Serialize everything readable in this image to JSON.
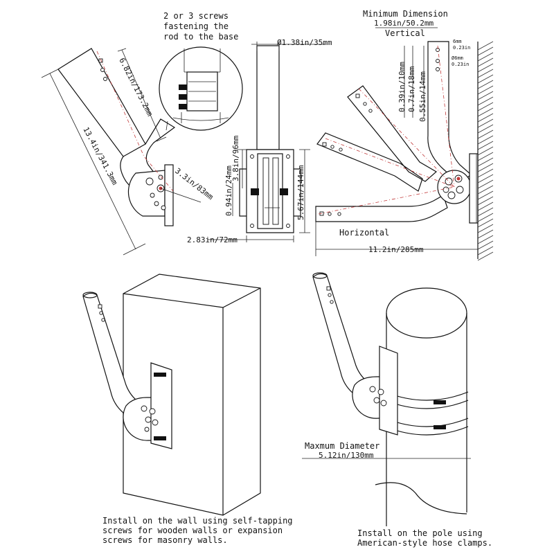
{
  "screws_note": [
    "2 or 3 screws",
    "fastening the",
    "rod to the base"
  ],
  "dim_length_total": "13.4in/341.3mm",
  "dim_length_arm": "6.82in/173.2mm",
  "dim_base_offset": "3.3in/83mm",
  "dim_pipe_diameter": "Ø1.38in/35mm",
  "dim_plate_height": "3.8in/96mm",
  "dim_plate_total": "5.67in/144mm",
  "dim_slot_height": "0.94in/24mm",
  "dim_plate_width": "2.83in/72mm",
  "min_dimension_title": "Minimum Dimension",
  "min_dimension_value": "1.98in/50.2mm",
  "label_vertical": "Vertical",
  "dim_hole_6mm": "6mm",
  "dim_hole_6mm_in": "0.23in",
  "dim_hole_phi6mm": "Ø6mm",
  "dim_hole_phi6mm_in": "0.23in",
  "dim_v1": "0.39in/10mm",
  "dim_v2": "0.7in/18mm",
  "dim_v3": "0.55in/14mm",
  "label_horizontal": "Horizontal",
  "dim_horizontal": "11.2in/285mm",
  "max_diameter_title": "Maxmum Diameter",
  "max_diameter_value": "5.12in/130mm",
  "wall_caption": [
    "Install on the wall using self-tapping",
    "screws for wooden walls or expansion",
    "screws for masonry walls."
  ],
  "pole_caption": [
    "Install on the pole using",
    "American-style hose clamps."
  ]
}
